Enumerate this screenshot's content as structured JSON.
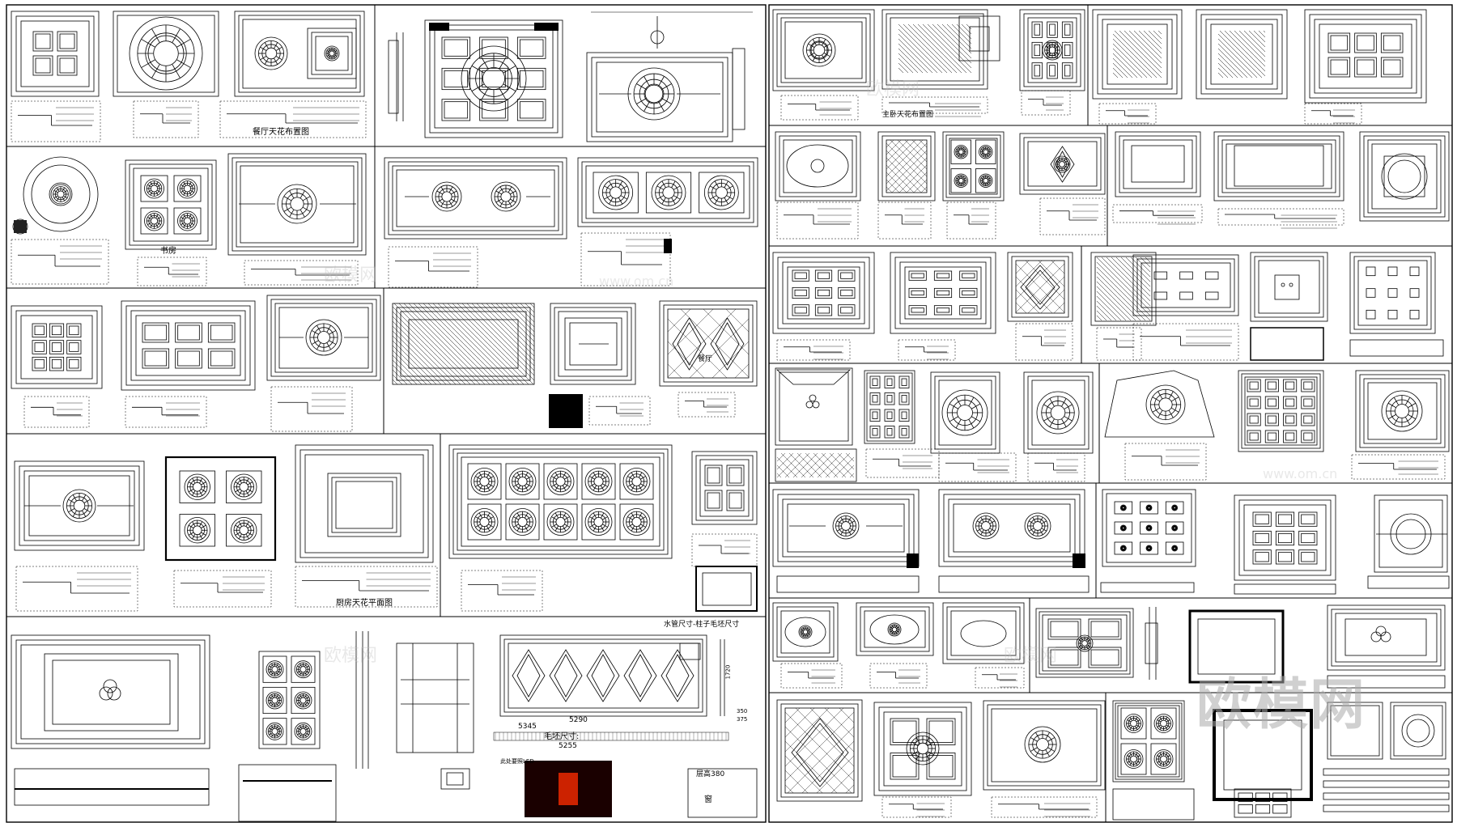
{
  "colors": {
    "ink": "#000000",
    "paper": "#ffffff",
    "watermark": "#aaaaaa",
    "render_dark": "#1a0000",
    "render_glow": "#cc2200"
  },
  "labels": {
    "dining_ceiling": "餐厅天花布置图",
    "study": "书房",
    "dining": "餐厅",
    "kitchen_ceiling": "厨房天花平面图",
    "master_bedroom_ceiling": "主卧天花布置图",
    "blank_size": "毛坯尺寸:",
    "water_pipe_size": "水管尺寸-柱子毛坯尺寸",
    "window": "窗",
    "ceiling_height": "层高380",
    "led_note": "此处要照LED",
    "dim_5290": "5290",
    "dim_5345": "5345",
    "dim_5255": "5255",
    "dim_1720": "1720",
    "dim_350": "350",
    "dim_375": "375"
  },
  "watermarks": {
    "brand_cn": "欧模网",
    "site": "www.om.cn"
  }
}
